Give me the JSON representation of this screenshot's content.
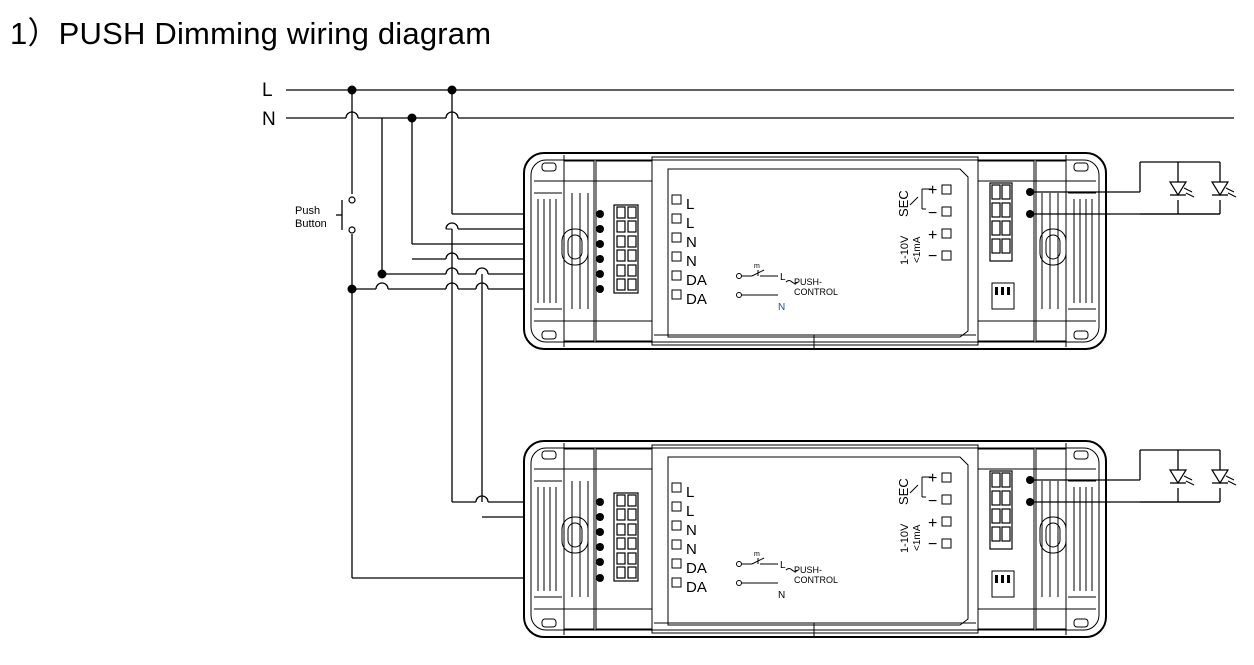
{
  "title": "1）PUSH Dimming wiring diagram",
  "lines": {
    "l": "L",
    "n": "N"
  },
  "push_button": {
    "line1": "Push",
    "line2": "Button"
  },
  "driver": {
    "input_terminals": [
      "L",
      "L",
      "N",
      "N",
      "DA",
      "DA"
    ],
    "push_control": {
      "l": "L",
      "n": "N",
      "m": "m",
      "label1": "PUSH-",
      "label2": "CONTROL"
    },
    "sec_label": "SEC",
    "dim_label1": "1-10V",
    "dim_label2": "<1mA",
    "plus": "+",
    "minus": "−"
  },
  "units": [
    "driver-1",
    "driver-2"
  ]
}
